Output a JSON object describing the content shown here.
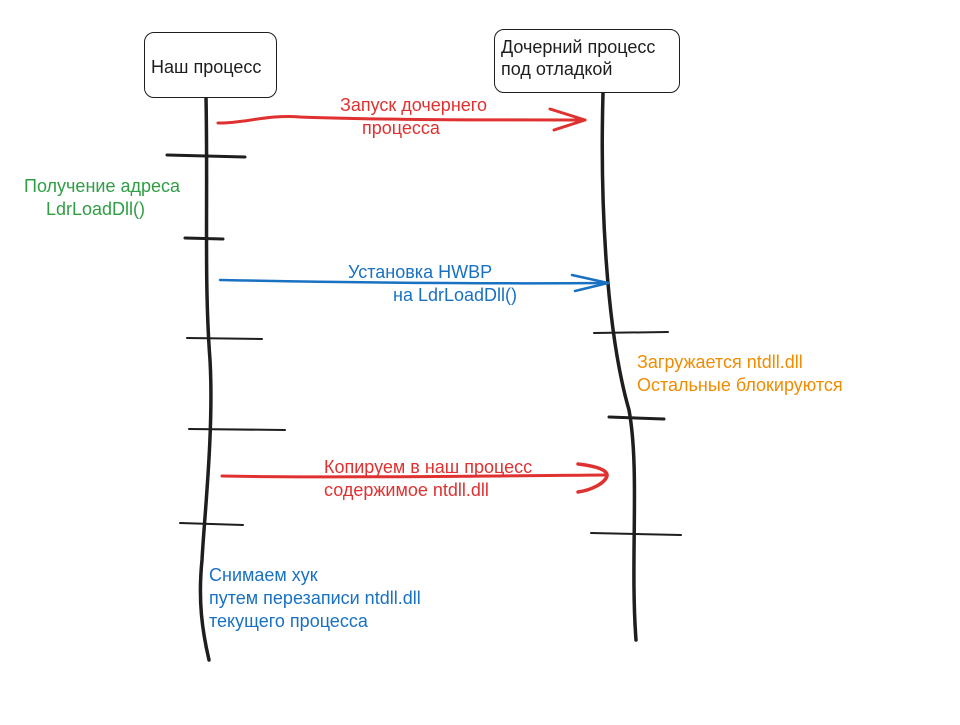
{
  "actors": {
    "left": "Наш процесс",
    "right_line1": "Дочерний процесс",
    "right_line2": "под отладкой"
  },
  "messages": {
    "m1_line1": "Запуск дочернего",
    "m1_line2": "процесса",
    "m2_line1": "Установка HWBP",
    "m2_line2": "на LdrLoadDll()",
    "m3_line1": "Копируем в наш процесс",
    "m3_line2": "содержимое ntdll.dll"
  },
  "notes": {
    "n1_line1": "Получение адреса",
    "n1_line2": "LdrLoadDll()",
    "n2_line1": "Загружается ntdll.dll",
    "n2_line2": "Остальные блокируются",
    "n3_line1": "Снимаем хук",
    "n3_line2": "путем перезаписи ntdll.dll",
    "n3_line3": "текущего процесса"
  },
  "colors": {
    "stroke": "#1e1e1e",
    "red": "#e03131",
    "blue": "#1971c2",
    "green": "#2f9e44",
    "orange": "#f08c00"
  }
}
